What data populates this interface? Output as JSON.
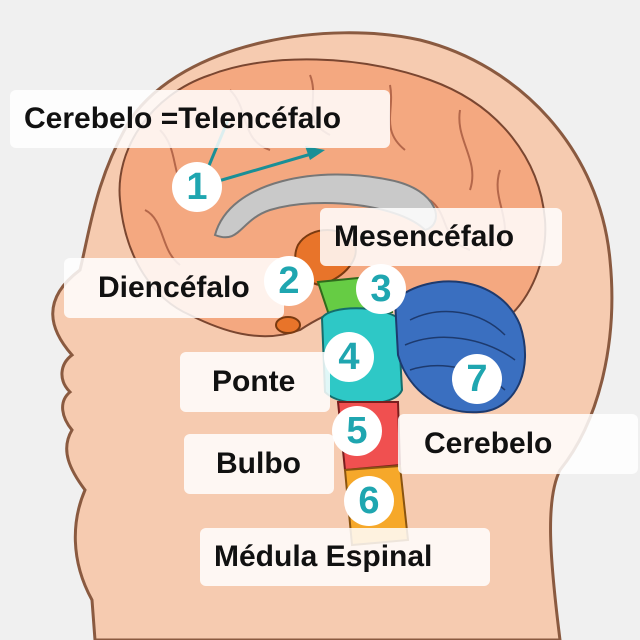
{
  "labels": {
    "telencefalo": "Cerebelo =Telencéfalo",
    "mesencefalo": "Mesencéfalo",
    "diencefalo": "Diencéfalo",
    "ponte": "Ponte",
    "bulbo": "Bulbo",
    "cerebelo": "Cerebelo",
    "medula": "Médula Espinal"
  },
  "numbers": [
    "1",
    "2",
    "3",
    "4",
    "5",
    "6",
    "7"
  ],
  "colors": {
    "background": "#f0f0f0",
    "skin": "#f6cbb0",
    "brain": "#f4a880",
    "cerebellum": "#3a6fc0",
    "ponte": "#2ec8c6",
    "bulbo": "#f05050",
    "medula": "#f6a82a",
    "mesencefalo": "#66cc44",
    "diencefalo": "#e8742a",
    "number_text": "#1fa6b0"
  }
}
